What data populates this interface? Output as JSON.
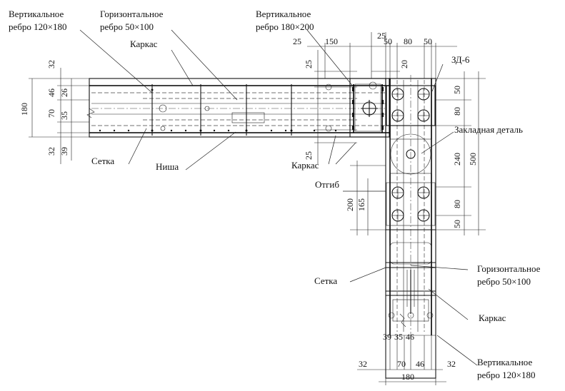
{
  "labels": {
    "vert_rib_top_1": "Вертикальное",
    "vert_rib_top_2": "ребро 120×180",
    "horiz_rib_top_1": "Горизонтальное",
    "horiz_rib_top_2": "ребро 50×100",
    "vert_rib_mid_1": "Вертикальное",
    "vert_rib_mid_2": "ребро 180×200",
    "karkas_top": "Каркас",
    "zd6": "ЗД-6",
    "zakladnaya": "Закладная деталь",
    "setka_left": "Сетка",
    "nisha": "Ниша",
    "karkas_mid": "Каркас",
    "otgib": "Отгиб",
    "setka_right": "Сетка",
    "horiz_rib_right_1": "Горизонтальное",
    "horiz_rib_right_2": "ребро 50×100",
    "karkas_right": "Каркас",
    "vert_rib_bot_1": "Вертикальное",
    "vert_rib_bot_2": "ребро 120×180"
  },
  "dims": {
    "d25_a": "25",
    "d150": "150",
    "d25_b": "25",
    "d50_a": "50",
    "d80_a": "80",
    "d50_b": "50",
    "d25_c": "25",
    "d20": "20",
    "d32_left": "32",
    "d46_left": "46",
    "d26_left": "26",
    "d180_left": "180",
    "d70_left": "70",
    "d35_left": "35",
    "d32_left_b": "32",
    "d39_left": "39",
    "d25_d": "25",
    "d50_r1": "50",
    "d80_r1": "80",
    "d240": "240",
    "d500": "500",
    "d200": "200",
    "d165": "165",
    "d80_r2": "80",
    "d50_r2": "50",
    "d39_b": "39",
    "d35_b": "35",
    "d46_b": "46",
    "d32_b1": "32",
    "d70_b": "70",
    "d46_b2": "46",
    "d32_b2": "32",
    "d180_b": "180"
  }
}
